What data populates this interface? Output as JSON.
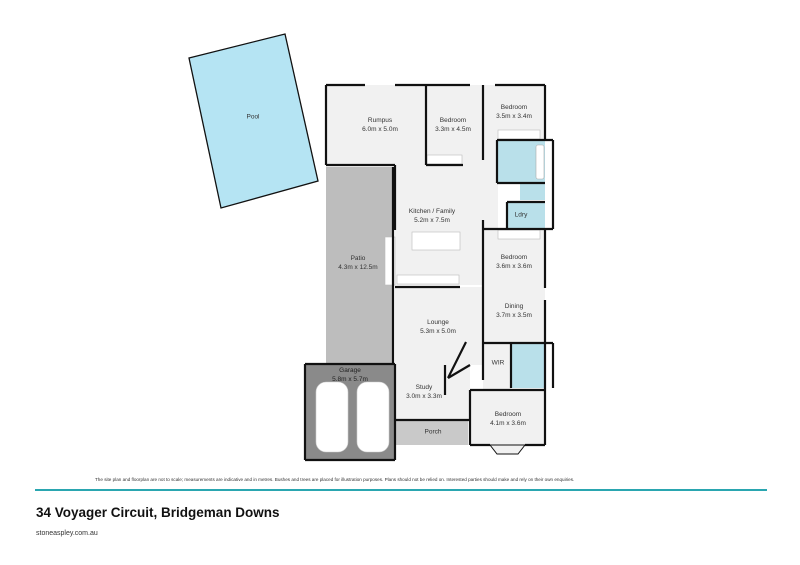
{
  "property": {
    "address": "34 Voyager Circuit, Bridgeman Downs",
    "website": "stoneaspley.com.au"
  },
  "disclaimer": "The site plan and floorplan are not to scale; measurements are indicative and in metres. Bushes and trees are placed for illustration purposes. Plans should not be relied on. Interested parties should make and rely on their own enquiries.",
  "colors": {
    "pool": "#b5e4f3",
    "wet_area": "#b9e0ea",
    "room": "#f1f1f1",
    "patio": "#bdbdbd",
    "garage": "#8a8a8a",
    "porch": "#c9c9c9",
    "wall": "#111111",
    "accent": "#2aa6b0"
  },
  "rooms": {
    "pool": {
      "name": "Pool",
      "dims": ""
    },
    "rumpus": {
      "name": "Rumpus",
      "dims": "6.0m x 5.0m"
    },
    "bedroom2": {
      "name": "Bedroom",
      "dims": "3.3m x 4.5m"
    },
    "bedroom3": {
      "name": "Bedroom",
      "dims": "3.5m x 3.4m"
    },
    "kitchen": {
      "name": "Kitchen / Family",
      "dims": "5.2m x 7.5m"
    },
    "laundry": {
      "name": "Ldry",
      "dims": ""
    },
    "patio": {
      "name": "Patio",
      "dims": "4.3m x 12.5m"
    },
    "bedroom4": {
      "name": "Bedroom",
      "dims": "3.6m x 3.6m"
    },
    "dining": {
      "name": "Dining",
      "dims": "3.7m x 3.5m"
    },
    "lounge": {
      "name": "Lounge",
      "dims": "5.3m x 5.0m"
    },
    "wir": {
      "name": "WIR",
      "dims": ""
    },
    "garage": {
      "name": "Garage",
      "dims": "5.8m x 5.7m"
    },
    "study": {
      "name": "Study",
      "dims": "3.0m x 3.3m"
    },
    "porch": {
      "name": "Porch",
      "dims": ""
    },
    "master": {
      "name": "Bedroom",
      "dims": "4.1m x 3.6m"
    }
  }
}
